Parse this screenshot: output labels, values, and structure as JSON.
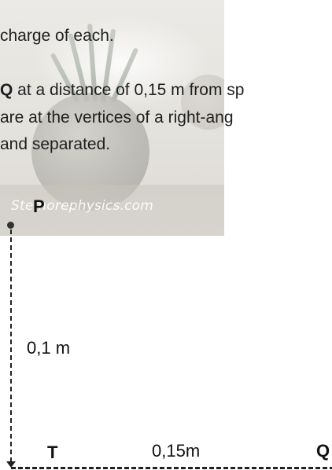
{
  "text": {
    "line1": "charge of each.",
    "line2_bold": "Q",
    "line2_rest": " at a distance of 0,15 m from sp",
    "line3": " are at the vertices of a right-ang",
    "line4": "and separated."
  },
  "watermark": "Stemorephysics.com",
  "diagram": {
    "point_p": "P",
    "point_t": "T",
    "point_q": "Q",
    "vertical_distance": "0,1 m",
    "horizontal_distance": "0,15m"
  }
}
